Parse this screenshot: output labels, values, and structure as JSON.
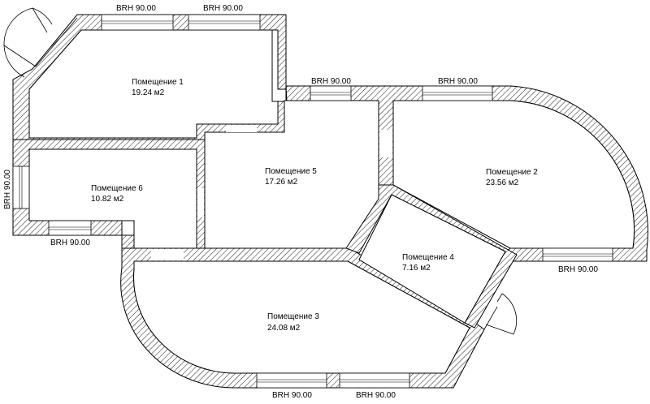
{
  "rooms": [
    {
      "name": "Помещение 1",
      "area": "19.24 м2"
    },
    {
      "name": "Помещение 2",
      "area": "23.56 м2"
    },
    {
      "name": "Помещение 3",
      "area": "24.08 м2"
    },
    {
      "name": "Помещение 4",
      "area": "7.16 м2"
    },
    {
      "name": "Помещение 5",
      "area": "17.26 м2"
    },
    {
      "name": "Помещение 6",
      "area": "10.82 м2"
    }
  ],
  "window_labels": {
    "w_top_1": "BRH 90.00",
    "w_top_2": "BRH 90.00",
    "w_mid_1": "BRH 90.00",
    "w_mid_2": "BRH 90.00",
    "w_left": "BRH 90.00",
    "w_left_bottom": "BRH 90.00",
    "w_right": "BRH 90.00",
    "w_bottom_1": "BRH 90.00",
    "w_bottom_2": "BRH 90.00"
  }
}
